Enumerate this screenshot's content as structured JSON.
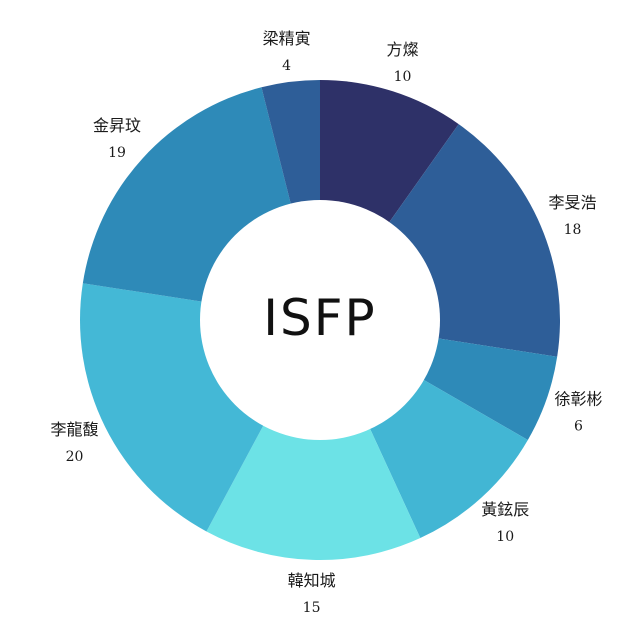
{
  "chart_data": {
    "type": "pie",
    "donut": true,
    "center_label": "ISFP",
    "start_angle_deg": 0,
    "direction": "clockwise",
    "labels_outside": true,
    "slices": [
      {
        "label": "方燦",
        "value": 10,
        "color": "#2e3168"
      },
      {
        "label": "李旻浩",
        "value": 18,
        "color": "#2e5e98"
      },
      {
        "label": "徐彰彬",
        "value": 6,
        "color": "#2e8ab8"
      },
      {
        "label": "黃鉉辰",
        "value": 10,
        "color": "#42b6d4"
      },
      {
        "label": "韓知城",
        "value": 15,
        "color": "#6ce2e6"
      },
      {
        "label": "李龍馥",
        "value": 20,
        "color": "#44b8d6"
      },
      {
        "label": "金昇玟",
        "value": 19,
        "color": "#2e8ab8"
      },
      {
        "label": "梁精寅",
        "value": 4,
        "color": "#2e5e98"
      }
    ]
  }
}
